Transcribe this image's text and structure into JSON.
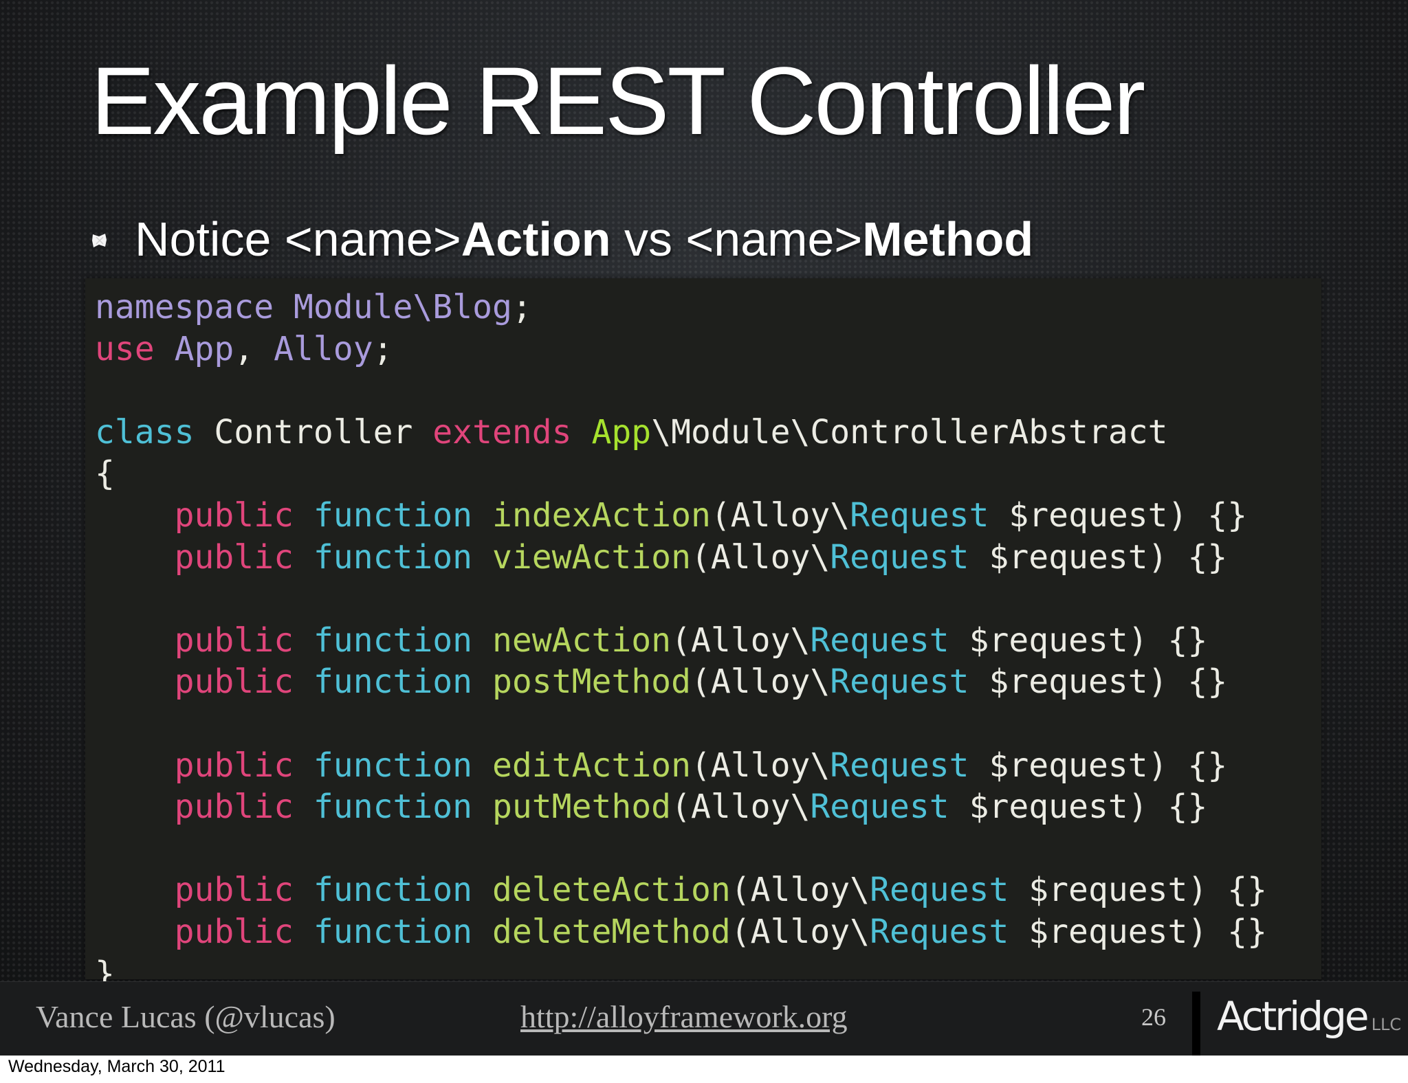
{
  "slide": {
    "title": "Example REST Controller",
    "bullet": {
      "prefix": "Notice <name>",
      "strong1": "Action",
      "middle": " vs <name>",
      "strong2": "Method"
    }
  },
  "code": {
    "lines": [
      [
        [
          "kw-ns",
          "namespace"
        ],
        [
          "p",
          " "
        ],
        [
          "ns",
          "Module\\Blog"
        ],
        [
          "p",
          ";"
        ]
      ],
      [
        [
          "kw",
          "use"
        ],
        [
          "p",
          " "
        ],
        [
          "ns",
          "App"
        ],
        [
          "p",
          ", "
        ],
        [
          "ns",
          "Alloy"
        ],
        [
          "p",
          ";"
        ]
      ],
      [],
      [
        [
          "type",
          "class"
        ],
        [
          "p",
          " Controller "
        ],
        [
          "kw",
          "extends"
        ],
        [
          "p",
          " "
        ],
        [
          "cls",
          "App"
        ],
        [
          "p",
          "\\Module\\ControllerAbstract"
        ]
      ],
      [
        [
          "p",
          "{"
        ]
      ],
      [
        [
          "p",
          "    "
        ],
        [
          "kw",
          "public"
        ],
        [
          "p",
          " "
        ],
        [
          "type",
          "function"
        ],
        [
          "p",
          " "
        ],
        [
          "fn",
          "indexAction"
        ],
        [
          "p",
          "(Alloy\\"
        ],
        [
          "type",
          "Request"
        ],
        [
          "p",
          " $request) {}"
        ]
      ],
      [
        [
          "p",
          "    "
        ],
        [
          "kw",
          "public"
        ],
        [
          "p",
          " "
        ],
        [
          "type",
          "function"
        ],
        [
          "p",
          " "
        ],
        [
          "fn",
          "viewAction"
        ],
        [
          "p",
          "(Alloy\\"
        ],
        [
          "type",
          "Request"
        ],
        [
          "p",
          " $request) {}"
        ]
      ],
      [],
      [
        [
          "p",
          "    "
        ],
        [
          "kw",
          "public"
        ],
        [
          "p",
          " "
        ],
        [
          "type",
          "function"
        ],
        [
          "p",
          " "
        ],
        [
          "fn",
          "newAction"
        ],
        [
          "p",
          "(Alloy\\"
        ],
        [
          "type",
          "Request"
        ],
        [
          "p",
          " $request) {}"
        ]
      ],
      [
        [
          "p",
          "    "
        ],
        [
          "kw",
          "public"
        ],
        [
          "p",
          " "
        ],
        [
          "type",
          "function"
        ],
        [
          "p",
          " "
        ],
        [
          "fn",
          "postMethod"
        ],
        [
          "p",
          "(Alloy\\"
        ],
        [
          "type",
          "Request"
        ],
        [
          "p",
          " $request) {}"
        ]
      ],
      [],
      [
        [
          "p",
          "    "
        ],
        [
          "kw",
          "public"
        ],
        [
          "p",
          " "
        ],
        [
          "type",
          "function"
        ],
        [
          "p",
          " "
        ],
        [
          "fn",
          "editAction"
        ],
        [
          "p",
          "(Alloy\\"
        ],
        [
          "type",
          "Request"
        ],
        [
          "p",
          " $request) {}"
        ]
      ],
      [
        [
          "p",
          "    "
        ],
        [
          "kw",
          "public"
        ],
        [
          "p",
          " "
        ],
        [
          "type",
          "function"
        ],
        [
          "p",
          " "
        ],
        [
          "fn",
          "putMethod"
        ],
        [
          "p",
          "(Alloy\\"
        ],
        [
          "type",
          "Request"
        ],
        [
          "p",
          " $request) {}"
        ]
      ],
      [],
      [
        [
          "p",
          "    "
        ],
        [
          "kw",
          "public"
        ],
        [
          "p",
          " "
        ],
        [
          "type",
          "function"
        ],
        [
          "p",
          " "
        ],
        [
          "fn",
          "deleteAction"
        ],
        [
          "p",
          "(Alloy\\"
        ],
        [
          "type",
          "Request"
        ],
        [
          "p",
          " $request) {}"
        ]
      ],
      [
        [
          "p",
          "    "
        ],
        [
          "kw",
          "public"
        ],
        [
          "p",
          " "
        ],
        [
          "type",
          "function"
        ],
        [
          "p",
          " "
        ],
        [
          "fn",
          "deleteMethod"
        ],
        [
          "p",
          "(Alloy\\"
        ],
        [
          "type",
          "Request"
        ],
        [
          "p",
          " $request) {}"
        ]
      ],
      [
        [
          "p",
          "}"
        ]
      ]
    ]
  },
  "footer": {
    "author": "Vance Lucas (@vlucas)",
    "url": "http://alloyframework.org",
    "page_number": "26",
    "logo_name": "Actridge",
    "logo_suffix": "LLC"
  },
  "date_stamp": "Wednesday, March 30, 2011",
  "colors": {
    "keyword": "#e0457b",
    "namespace": "#a99bdc",
    "type": "#4fc0d6",
    "function_name": "#b6d65e",
    "plain": "#ecece4",
    "code_background": "#1e1f1c"
  }
}
